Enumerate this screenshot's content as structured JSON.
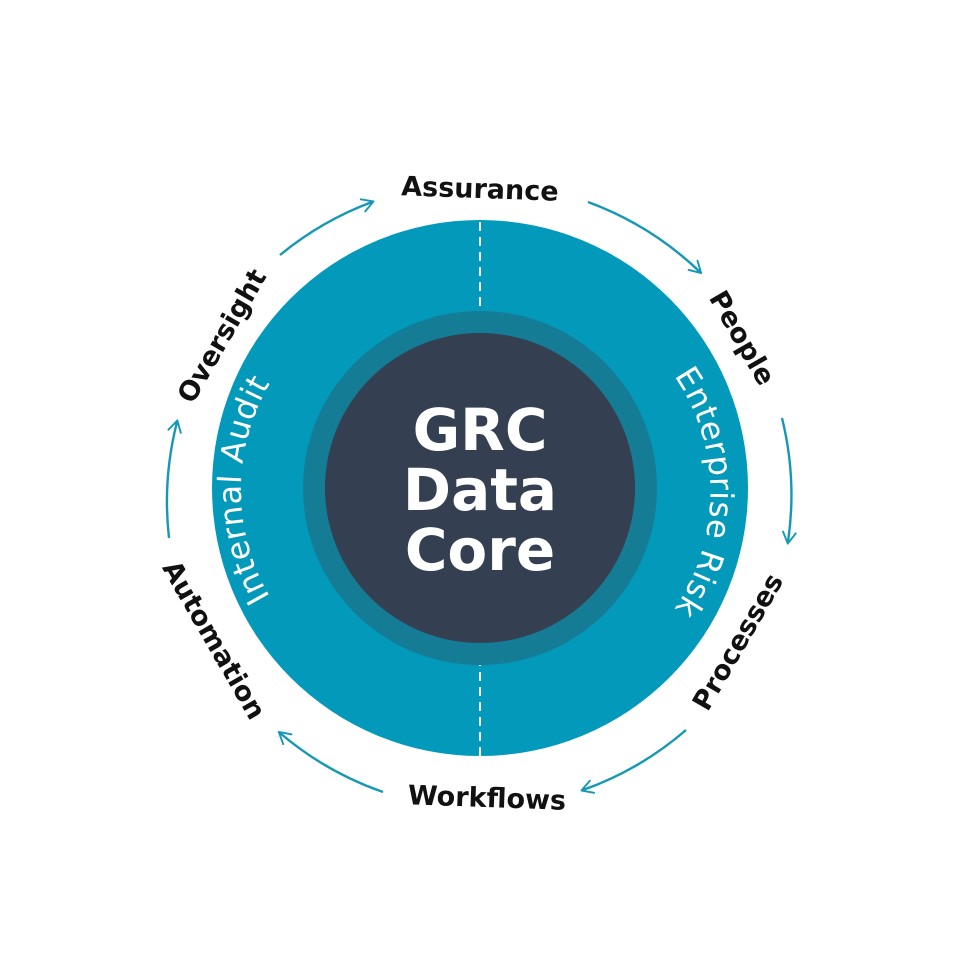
{
  "colors": {
    "ring": "#0399BA",
    "inner_ring": "#157C96",
    "core": "#353F52",
    "arrow": "#1598B6",
    "label": "#111111"
  },
  "core": {
    "lines": [
      "GRC",
      "Data",
      "Core"
    ]
  },
  "ring": {
    "left_label": "Internal Audit",
    "right_label": "Enterprise Risk"
  },
  "cycle": {
    "labels": [
      "Assurance",
      "People",
      "Processes",
      "Workflows",
      "Automation",
      "Oversight"
    ]
  }
}
